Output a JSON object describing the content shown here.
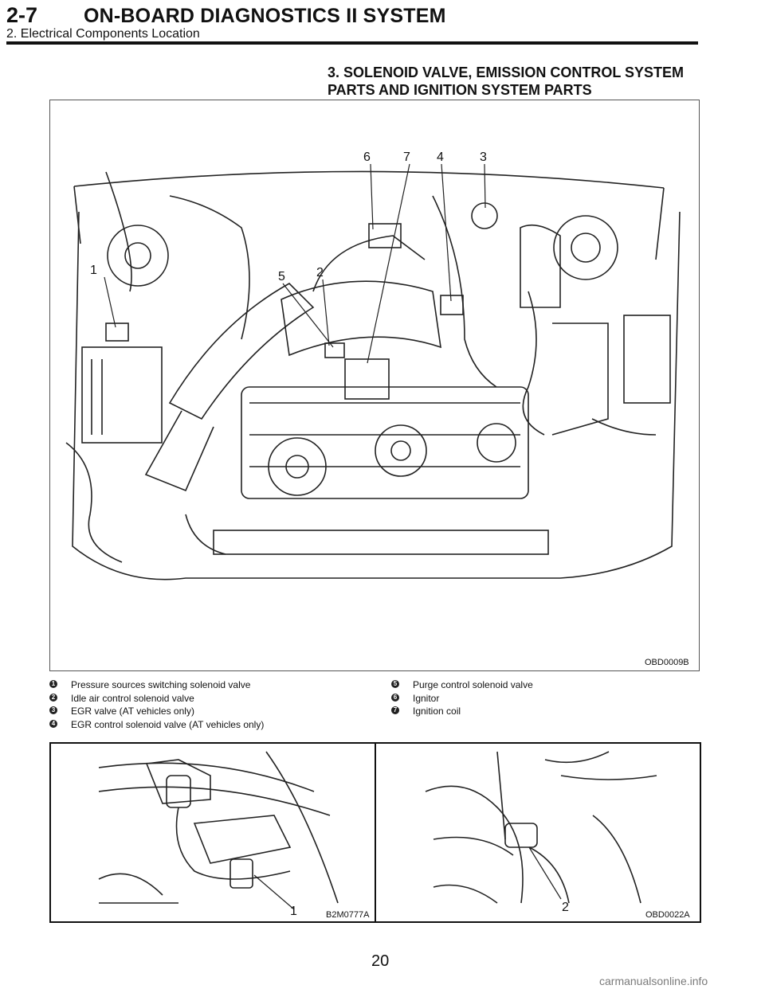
{
  "header": {
    "section_number": "2-7",
    "title": "ON-BOARD DIAGNOSTICS II SYSTEM",
    "subtitle": "2. Electrical Components Location"
  },
  "section_heading": {
    "line1": "3.  SOLENOID VALVE, EMISSION CONTROL SYSTEM",
    "line2": "PARTS AND IGNITION SYSTEM PARTS"
  },
  "figures": {
    "main": {
      "code": "OBD0009B",
      "callouts": [
        "6",
        "7",
        "4",
        "3",
        "1",
        "5",
        "2"
      ]
    },
    "bottom_left": {
      "code": "B2M0777A",
      "callout": "1"
    },
    "bottom_right": {
      "code": "OBD0022A",
      "callout": "2"
    }
  },
  "legend": {
    "left": [
      {
        "num": "1",
        "text": "Pressure sources switching solenoid valve"
      },
      {
        "num": "2",
        "text": "Idle air control solenoid valve"
      },
      {
        "num": "3",
        "text": "EGR valve (AT vehicles only)"
      },
      {
        "num": "4",
        "text": "EGR control solenoid valve (AT vehicles only)"
      }
    ],
    "right": [
      {
        "num": "5",
        "text": "Purge control solenoid valve"
      },
      {
        "num": "6",
        "text": "Ignitor"
      },
      {
        "num": "7",
        "text": "Ignition coil"
      }
    ]
  },
  "page_number": "20",
  "watermark": "carmanualsonline.info"
}
